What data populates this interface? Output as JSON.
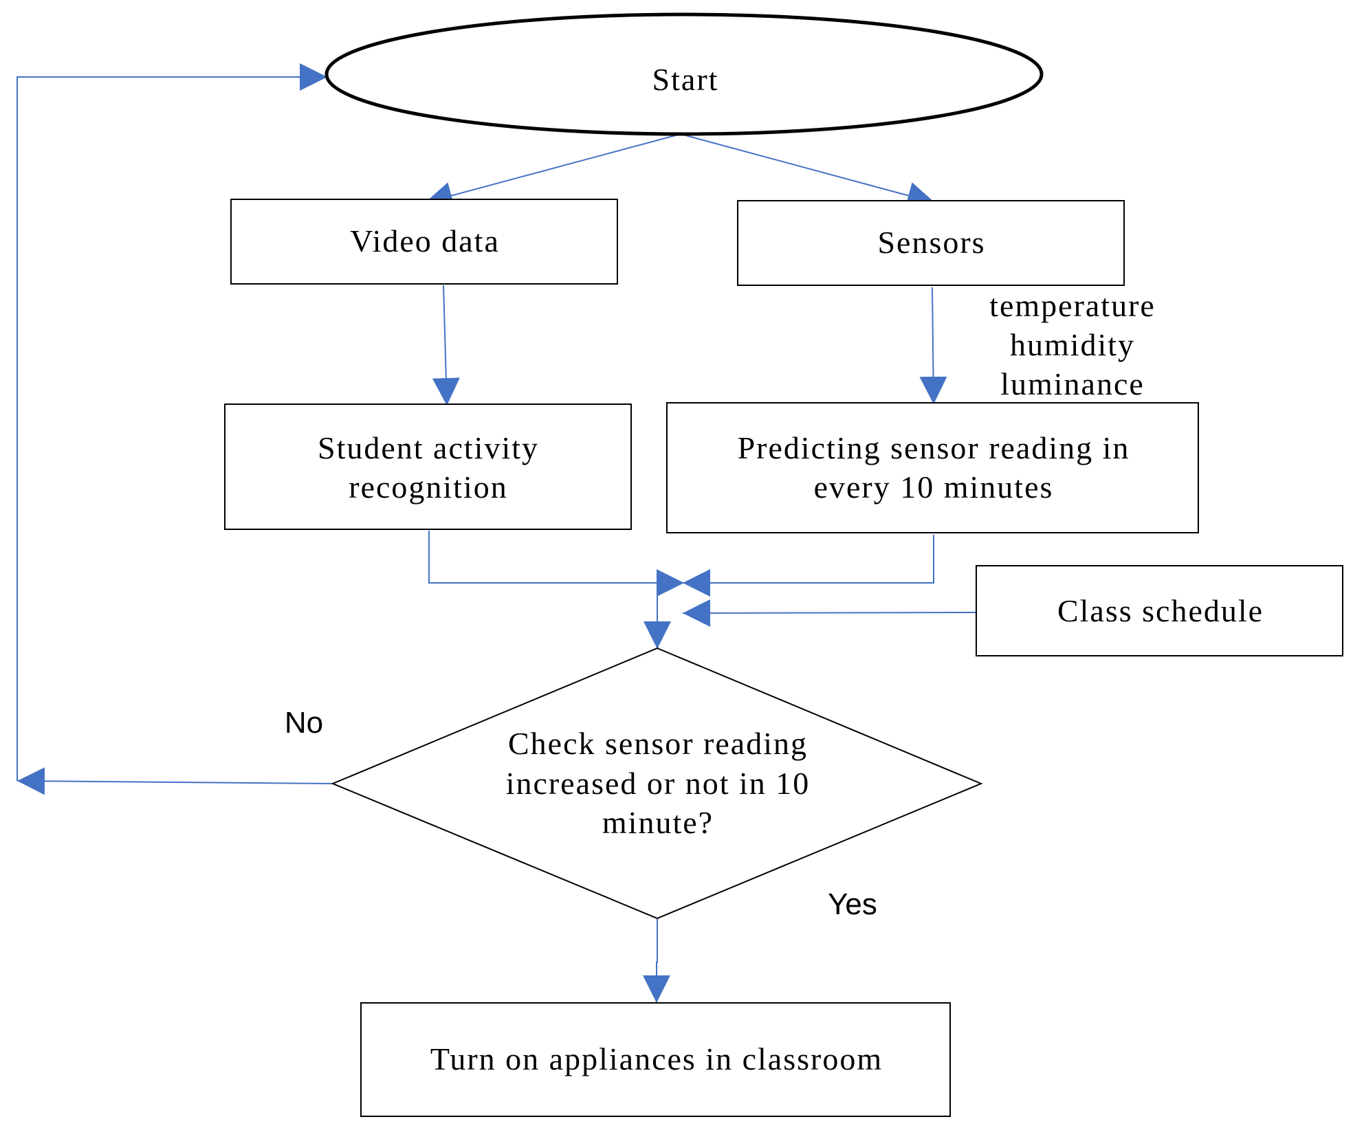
{
  "diagram": {
    "colors": {
      "connector": "#4472C4",
      "outline": "#000000",
      "background": "#ffffff"
    },
    "nodes": {
      "start": {
        "text": "Start"
      },
      "video": {
        "text": "Video data"
      },
      "sensors": {
        "text": "Sensors"
      },
      "sensor_types": [
        "temperature",
        "humidity",
        "luminance"
      ],
      "activity": {
        "lines": [
          "Student activity",
          "recognition"
        ]
      },
      "predict": {
        "lines": [
          "Predicting sensor reading in",
          "every 10 minutes"
        ]
      },
      "schedule": {
        "text": "Class schedule"
      },
      "decision": {
        "lines": [
          "Check sensor reading",
          "increased or not in 10",
          "minute?"
        ]
      },
      "action": {
        "text": "Turn on appliances in classroom"
      }
    },
    "edge_labels": {
      "no": "No",
      "yes": "Yes"
    }
  }
}
